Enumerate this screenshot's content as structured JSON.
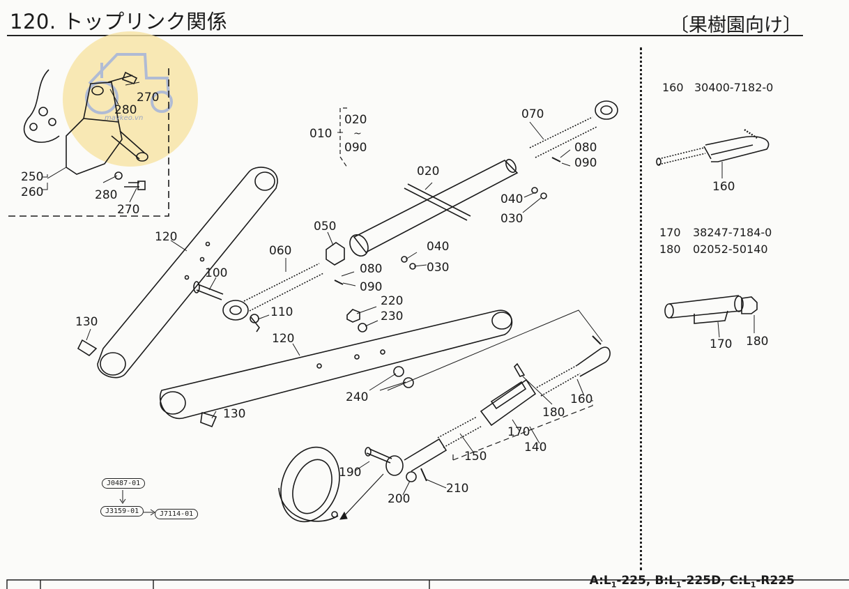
{
  "header": {
    "title": "120. トップリンク関係",
    "subtitle": "〔果樹園向け〕"
  },
  "callouts": {
    "c270a": "270",
    "c280a": "280",
    "c250_260a": "250",
    "c250_260b": "260",
    "c280b": "280",
    "c270b": "270",
    "c010": "010",
    "c020a": "020",
    "c090a": "090",
    "c070": "070",
    "c080a": "080",
    "c090b": "090",
    "c020b": "020",
    "c040a": "040",
    "c030a": "030",
    "c050": "050",
    "c040b": "040",
    "c030b": "030",
    "c120a": "120",
    "c060": "060",
    "c080b": "080",
    "c090c": "090",
    "c100": "100",
    "c110": "110",
    "c220": "220",
    "c230": "230",
    "c130a": "130",
    "c120b": "120",
    "c240": "240",
    "c130b": "130",
    "c180a": "180",
    "c160a": "160",
    "c170a": "170",
    "c140": "140",
    "c150": "150",
    "c190": "190",
    "c200": "200",
    "c210": "210",
    "c160b": "160",
    "c170b": "170",
    "c180b": "180"
  },
  "side_parts": {
    "p160_no": "160",
    "p160_code": "30400-7182-0",
    "p170_no": "170",
    "p170_code": "38247-7184-0",
    "p180_no": "180",
    "p180_code": "02052-50140"
  },
  "refs": {
    "r1": "J0487-01",
    "r2": "J3159-01",
    "r3": "J7114-01"
  },
  "watermark": "maykeo.vn",
  "footer": {
    "models_a": "A:L",
    "sub_a": "1",
    "tail_a": "-225, ",
    "models_b": "B:L",
    "sub_b": "1",
    "tail_b": "-225D, ",
    "models_c": "C:L",
    "sub_c": "1",
    "tail_c": "-R225"
  }
}
